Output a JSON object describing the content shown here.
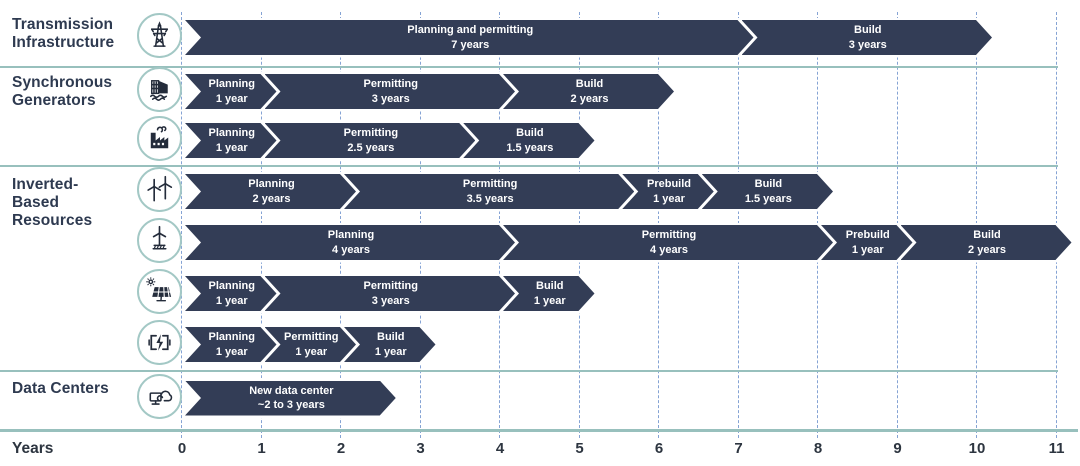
{
  "colors": {
    "bar_fill": "#333d56",
    "bar_text": "#ffffff",
    "section_divider_teal": "#98c0bd",
    "gridline_blue": "#85a3d4",
    "section_label_text": "#2e3a50",
    "axis_text": "#2d3540",
    "icon_ring": "#a3c8c5",
    "icon_glyph": "#242c3b"
  },
  "chart_data": {
    "type": "gantt",
    "xlabel": "Years",
    "unit": "years",
    "xlim": [
      0,
      11
    ],
    "x_ticks": [
      0,
      1,
      2,
      3,
      4,
      5,
      6,
      7,
      8,
      9,
      10,
      11
    ],
    "grid": "vertical-dashed",
    "legend": "none",
    "sections": [
      {
        "label_lines": [
          "Transmission",
          "Infrastructure"
        ],
        "rows": [
          {
            "icon": "transmission-tower-icon",
            "bars": [
              {
                "label": "Planning and permitting",
                "duration": "7 years",
                "start": 0,
                "end": 7
              },
              {
                "label": "Build",
                "duration": "3 years",
                "start": 7,
                "end": 10
              }
            ]
          }
        ]
      },
      {
        "label_lines": [
          "Synchronous",
          "Generators"
        ],
        "rows": [
          {
            "icon": "hydro-dam-icon",
            "bars": [
              {
                "label": "Planning",
                "duration": "1 year",
                "start": 0,
                "end": 1
              },
              {
                "label": "Permitting",
                "duration": "3 years",
                "start": 1,
                "end": 4
              },
              {
                "label": "Build",
                "duration": "2 years",
                "start": 4,
                "end": 6
              }
            ]
          },
          {
            "icon": "gas-plant-icon",
            "bars": [
              {
                "label": "Planning",
                "duration": "1 year",
                "start": 0,
                "end": 1
              },
              {
                "label": "Permitting",
                "duration": "2.5 years",
                "start": 1,
                "end": 3.5
              },
              {
                "label": "Build",
                "duration": "1.5 years",
                "start": 3.5,
                "end": 5
              }
            ]
          }
        ]
      },
      {
        "label_lines": [
          "Inverted-",
          "Based",
          "Resources"
        ],
        "rows": [
          {
            "icon": "onshore-wind-icon",
            "bars": [
              {
                "label": "Planning",
                "duration": "2 years",
                "start": 0,
                "end": 2
              },
              {
                "label": "Permitting",
                "duration": "3.5 years",
                "start": 2,
                "end": 5.5
              },
              {
                "label": "Prebuild",
                "duration": "1 year",
                "start": 5.5,
                "end": 6.5
              },
              {
                "label": "Build",
                "duration": "1.5 years",
                "start": 6.5,
                "end": 8
              }
            ]
          },
          {
            "icon": "offshore-wind-icon",
            "bars": [
              {
                "label": "Planning",
                "duration": "4 years",
                "start": 0,
                "end": 4
              },
              {
                "label": "Permitting",
                "duration": "4 years",
                "start": 4,
                "end": 8
              },
              {
                "label": "Prebuild",
                "duration": "1 year",
                "start": 8,
                "end": 9
              },
              {
                "label": "Build",
                "duration": "2 years",
                "start": 9,
                "end": 11
              }
            ]
          },
          {
            "icon": "solar-panel-icon",
            "bars": [
              {
                "label": "Planning",
                "duration": "1 year",
                "start": 0,
                "end": 1
              },
              {
                "label": "Permitting",
                "duration": "3 years",
                "start": 1,
                "end": 4
              },
              {
                "label": "Build",
                "duration": "1 year",
                "start": 4,
                "end": 5
              }
            ]
          },
          {
            "icon": "battery-storage-icon",
            "bars": [
              {
                "label": "Planning",
                "duration": "1 year",
                "start": 0,
                "end": 1
              },
              {
                "label": "Permitting",
                "duration": "1 year",
                "start": 1,
                "end": 2
              },
              {
                "label": "Build",
                "duration": "1 year",
                "start": 2,
                "end": 3
              }
            ]
          }
        ]
      },
      {
        "label_lines": [
          "Data Centers"
        ],
        "rows": [
          {
            "icon": "data-center-icon",
            "bars": [
              {
                "label": "New data center",
                "duration": "~2 to 3 years",
                "start": 0,
                "end": 2.5
              }
            ]
          }
        ]
      }
    ]
  }
}
